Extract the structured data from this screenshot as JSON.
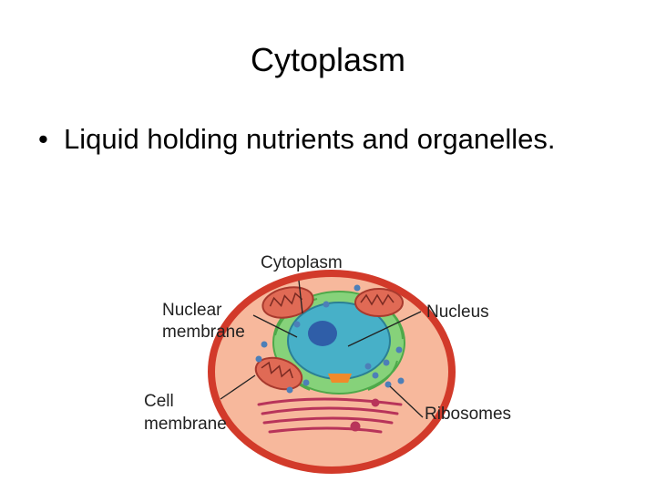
{
  "slide": {
    "title": "Cytoplasm",
    "bullets": [
      {
        "marker": "•",
        "text": "Liquid holding nutrients and organelles."
      }
    ]
  },
  "figure": {
    "labels": {
      "cytoplasm": "Cytoplasm",
      "nuclear_membrane_line1": "Nuclear",
      "nuclear_membrane_line2": "membrane",
      "nucleus": "Nucleus",
      "cell_membrane_line1": "Cell",
      "cell_membrane_line2": "membrane",
      "ribosomes": "Ribosomes"
    },
    "colors": {
      "cell_membrane": "#d23a2a",
      "cytoplasm": "#f7b89c",
      "endoplasmic_reticulum": "#86d27a",
      "nucleus": "#47b0c8",
      "nucleolus": "#2f5ea8",
      "mitochondria": "#e06a55",
      "golgi": "#b8345a",
      "ribosome": "#4d7fb8",
      "vacuole": "#f08a2a"
    }
  }
}
